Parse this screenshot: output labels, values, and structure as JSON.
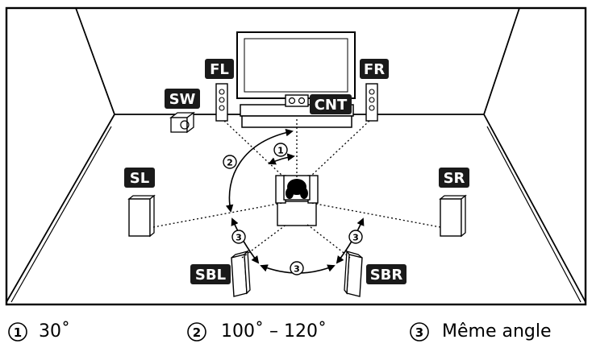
{
  "speakers": {
    "fl": "FL",
    "fr": "FR",
    "sw": "SW",
    "cnt": "CNT",
    "sl": "SL",
    "sr": "SR",
    "sbl": "SBL",
    "sbr": "SBR"
  },
  "markers": {
    "one": "1",
    "two": "2",
    "three": "3"
  },
  "legend": [
    {
      "marker": "1",
      "text": "30˚"
    },
    {
      "marker": "2",
      "text": "100˚ – 120˚"
    },
    {
      "marker": "3",
      "text": "Même angle"
    }
  ],
  "colors": {
    "label_bg": "#1a1a1a",
    "label_text": "#ffffff",
    "line": "#000000"
  }
}
